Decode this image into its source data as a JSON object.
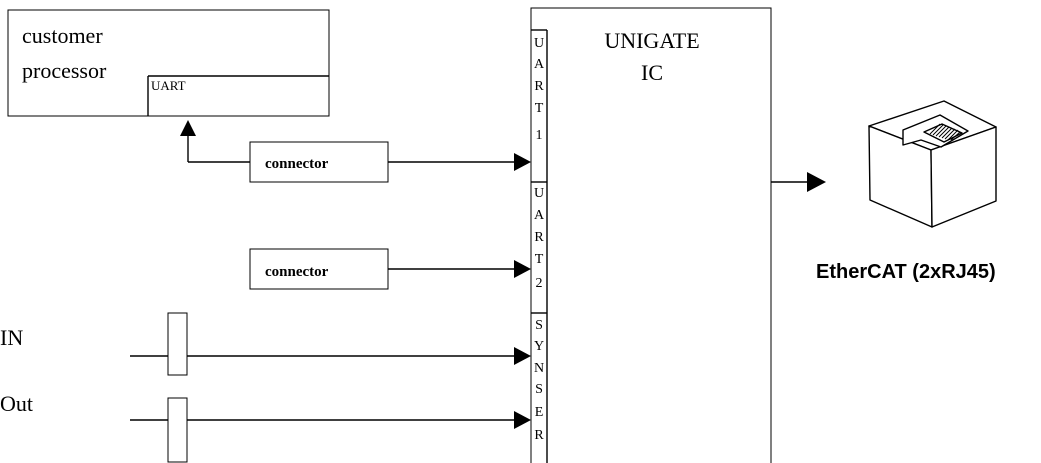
{
  "customer_processor": {
    "title_line1": "customer",
    "title_line2": "processor",
    "uart_label": "UART"
  },
  "connectors": {
    "connector1_label": "connector",
    "connector2_label": "connector"
  },
  "signals": {
    "in_label": "IN",
    "out_label": "Out"
  },
  "unigate": {
    "title_line1": "UNIGATE",
    "title_line2": "IC",
    "uart1_letters": [
      "U",
      "A",
      "R",
      "T",
      "1"
    ],
    "uart2_letters": [
      "U",
      "A",
      "R",
      "T",
      "2"
    ],
    "synser_letters": [
      "S",
      "Y",
      "N",
      "S",
      "E",
      "R"
    ]
  },
  "ethercat": {
    "label": "EtherCAT (2xRJ45)",
    "icon": "rj45-jack-icon"
  }
}
